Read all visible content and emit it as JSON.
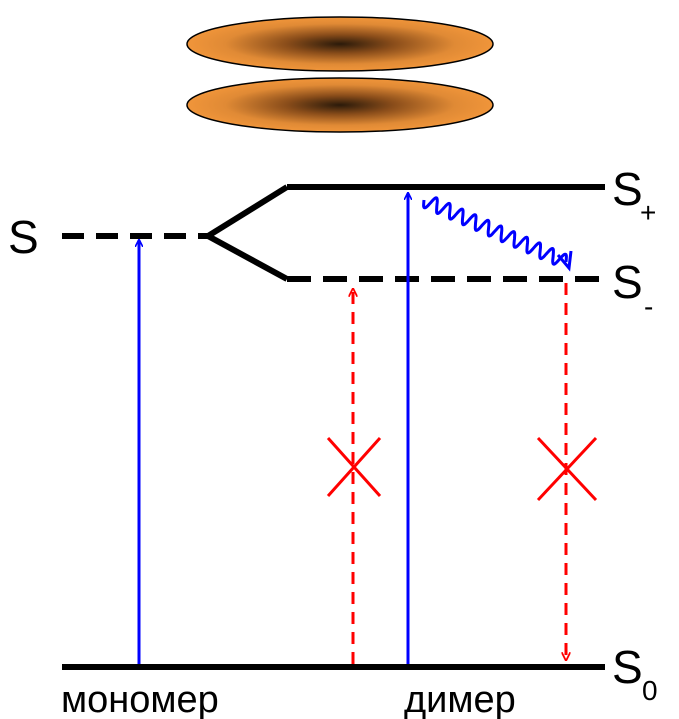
{
  "labels": {
    "monomer_state": "S",
    "dimer_upper_state": "S",
    "dimer_upper_sub": "+",
    "dimer_lower_state": "S",
    "dimer_lower_sub": "-",
    "ground_state": "S",
    "ground_sub": "0",
    "monomer_caption": "мономер",
    "dimer_caption": "димер"
  },
  "colors": {
    "level": "#000000",
    "allowed": "#0000ff",
    "forbidden": "#ff0000",
    "molecule_fill": "#f0953a",
    "molecule_center": "#2b1a0a",
    "background": "#ffffff"
  },
  "icons": [
    "molecule-disc-icon",
    "forbidden-cross-icon",
    "relaxation-wave-icon"
  ]
}
